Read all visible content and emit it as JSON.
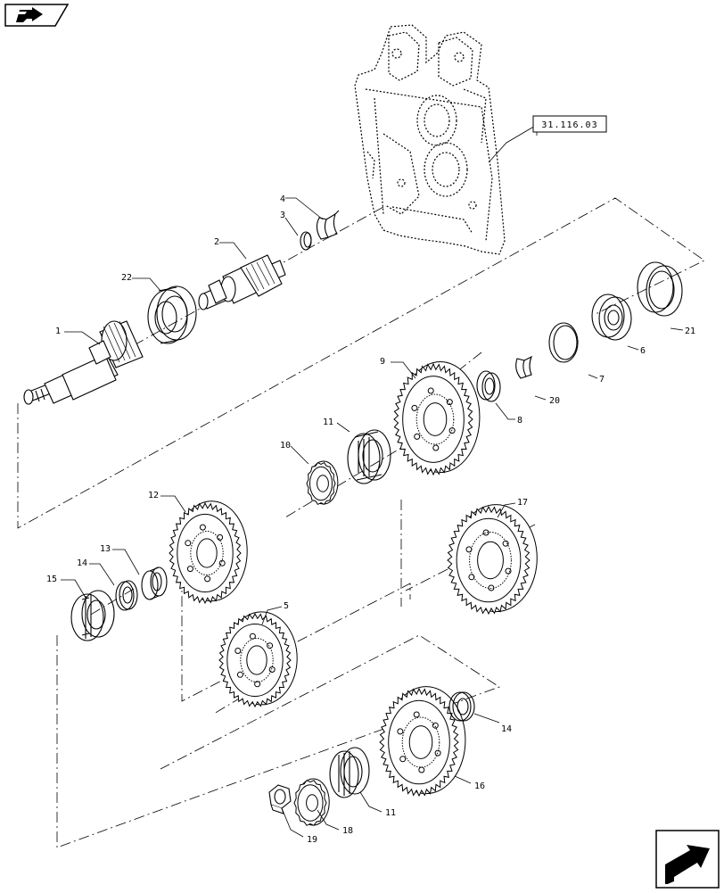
{
  "navigation": {
    "back_icon": "arrow-left-sheet-icon",
    "forward_icon": "arrow-right-sheet-icon"
  },
  "reference_box": "31.116.03",
  "callouts": {
    "c1": "1",
    "c2": "2",
    "c3": "3",
    "c4": "4",
    "c5": "5",
    "c6": "6",
    "c7": "7",
    "c8": "8",
    "c9": "9",
    "c10": "10",
    "c11a": "11",
    "c11b": "11",
    "c12": "12",
    "c13": "13",
    "c14a": "14",
    "c14b": "14",
    "c15": "15",
    "c16": "16",
    "c17": "17",
    "c18": "18",
    "c19": "19",
    "c20": "20",
    "c21": "21",
    "c22": "22"
  },
  "colors": {
    "line": "#000000",
    "background": "#ffffff"
  }
}
